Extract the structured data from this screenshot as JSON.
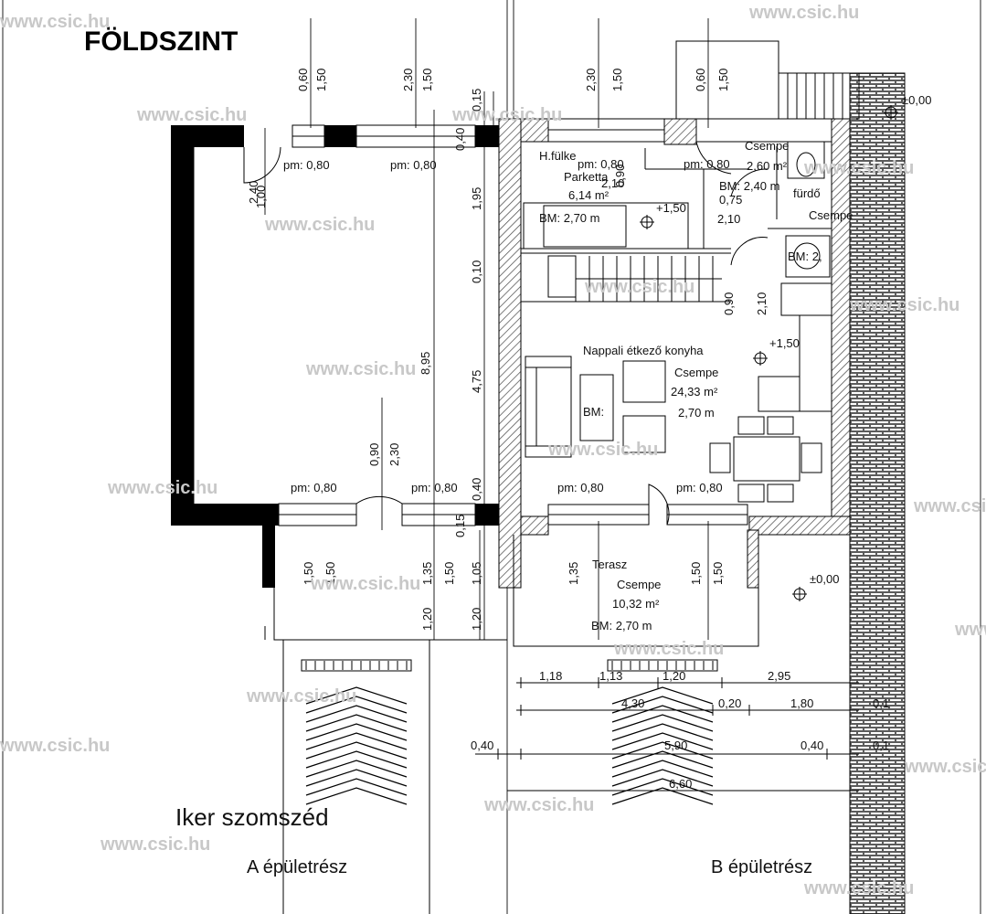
{
  "title": "FÖLDSZINT",
  "neighbor": "Iker szomszéd",
  "part_a": "A épületrész",
  "part_b": "B épületrész",
  "watermark": "www.csic.hu",
  "rooms": {
    "hfulke": {
      "name": "H.fülke",
      "floor": "Parketta",
      "area": "6,14 m²",
      "height": "BM: 2,70 m"
    },
    "nappali": {
      "name": "Nappali étkező konyha",
      "floor": "Csempe",
      "area": "24,33 m²",
      "height": "2,70 m",
      "bm": "BM:"
    },
    "terasz": {
      "name": "Terasz",
      "floor": "Csempe",
      "area": "10,32 m²",
      "height": "BM: 2,70 m"
    },
    "furdo": {
      "name": "fürdő",
      "floor": "Csempe",
      "area": "2,60 m²",
      "height": "BM: 2,40 m"
    }
  },
  "levels": {
    "zero": "±0,00",
    "plus150": "+1,50"
  },
  "pm_label": "pm: 0,80",
  "bm_wc": "BM: 2,",
  "dims": {
    "d060": "0,60",
    "d150": "1,50",
    "d230": "2,30",
    "d015": "0,15",
    "d040": "0,40",
    "d100": "1,00",
    "d240": "2,40",
    "d195": "1,95",
    "d010": "0,10",
    "d895": "8,95",
    "d475": "4,75",
    "d090": "0,90",
    "d135": "1,35",
    "d105": "1,05",
    "d120": "1,20",
    "d210": "2,10",
    "d075": "0,75",
    "r1": [
      "1,18",
      "1,13",
      "1,20",
      "2,95"
    ],
    "r2": [
      "4,30",
      "0,20",
      "1,80",
      "0,1"
    ],
    "r3": [
      "0,40",
      "5,90",
      "0,40",
      "0,1"
    ],
    "r4": [
      "6,60"
    ]
  }
}
